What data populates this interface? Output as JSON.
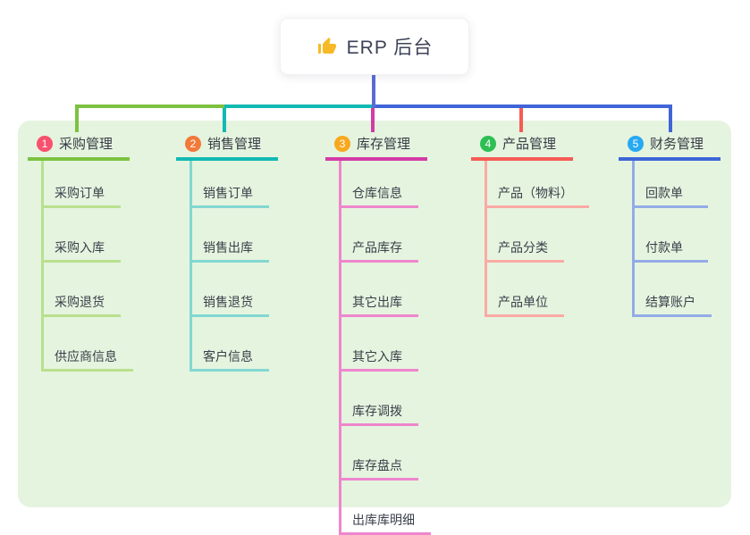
{
  "root": {
    "label": "ERP 后台",
    "icon": "thumbs-up-icon",
    "icon_color": "#f7b928"
  },
  "branches": [
    {
      "badge": "1",
      "title": "采购管理",
      "badge_color": "#f8516d",
      "line_color": "#7cc241",
      "child_line_color": "#b9e08e",
      "children": [
        "采购订单",
        "采购入库",
        "采购退货",
        "供应商信息"
      ]
    },
    {
      "badge": "2",
      "title": "销售管理",
      "badge_color": "#f2793a",
      "line_color": "#13b9b3",
      "child_line_color": "#82d8d2",
      "children": [
        "销售订单",
        "销售出库",
        "销售退货",
        "客户信息"
      ]
    },
    {
      "badge": "3",
      "title": "库存管理",
      "badge_color": "#f8a81f",
      "line_color": "#d23ca6",
      "child_line_color": "#ee86cd",
      "children": [
        "仓库信息",
        "产品库存",
        "其它出库",
        "其它入库",
        "库存调拨",
        "库存盘点",
        "出库库明细"
      ]
    },
    {
      "badge": "4",
      "title": "产品管理",
      "badge_color": "#2dbf54",
      "line_color": "#f65b55",
      "child_line_color": "#fbaaa5",
      "children": [
        "产品（物料）",
        "产品分类",
        "产品单位"
      ]
    },
    {
      "badge": "5",
      "title": "财务管理",
      "badge_color": "#27a9f1",
      "line_color": "#3f65d8",
      "child_line_color": "#93abe5",
      "children": [
        "回款单",
        "付款单",
        "结算账户"
      ]
    }
  ],
  "colors": {
    "canvas_panel": "#e5f4df",
    "root_stem": "#5b6bd5",
    "title_text": "#363b45",
    "child_text": "#3a3f4a"
  }
}
